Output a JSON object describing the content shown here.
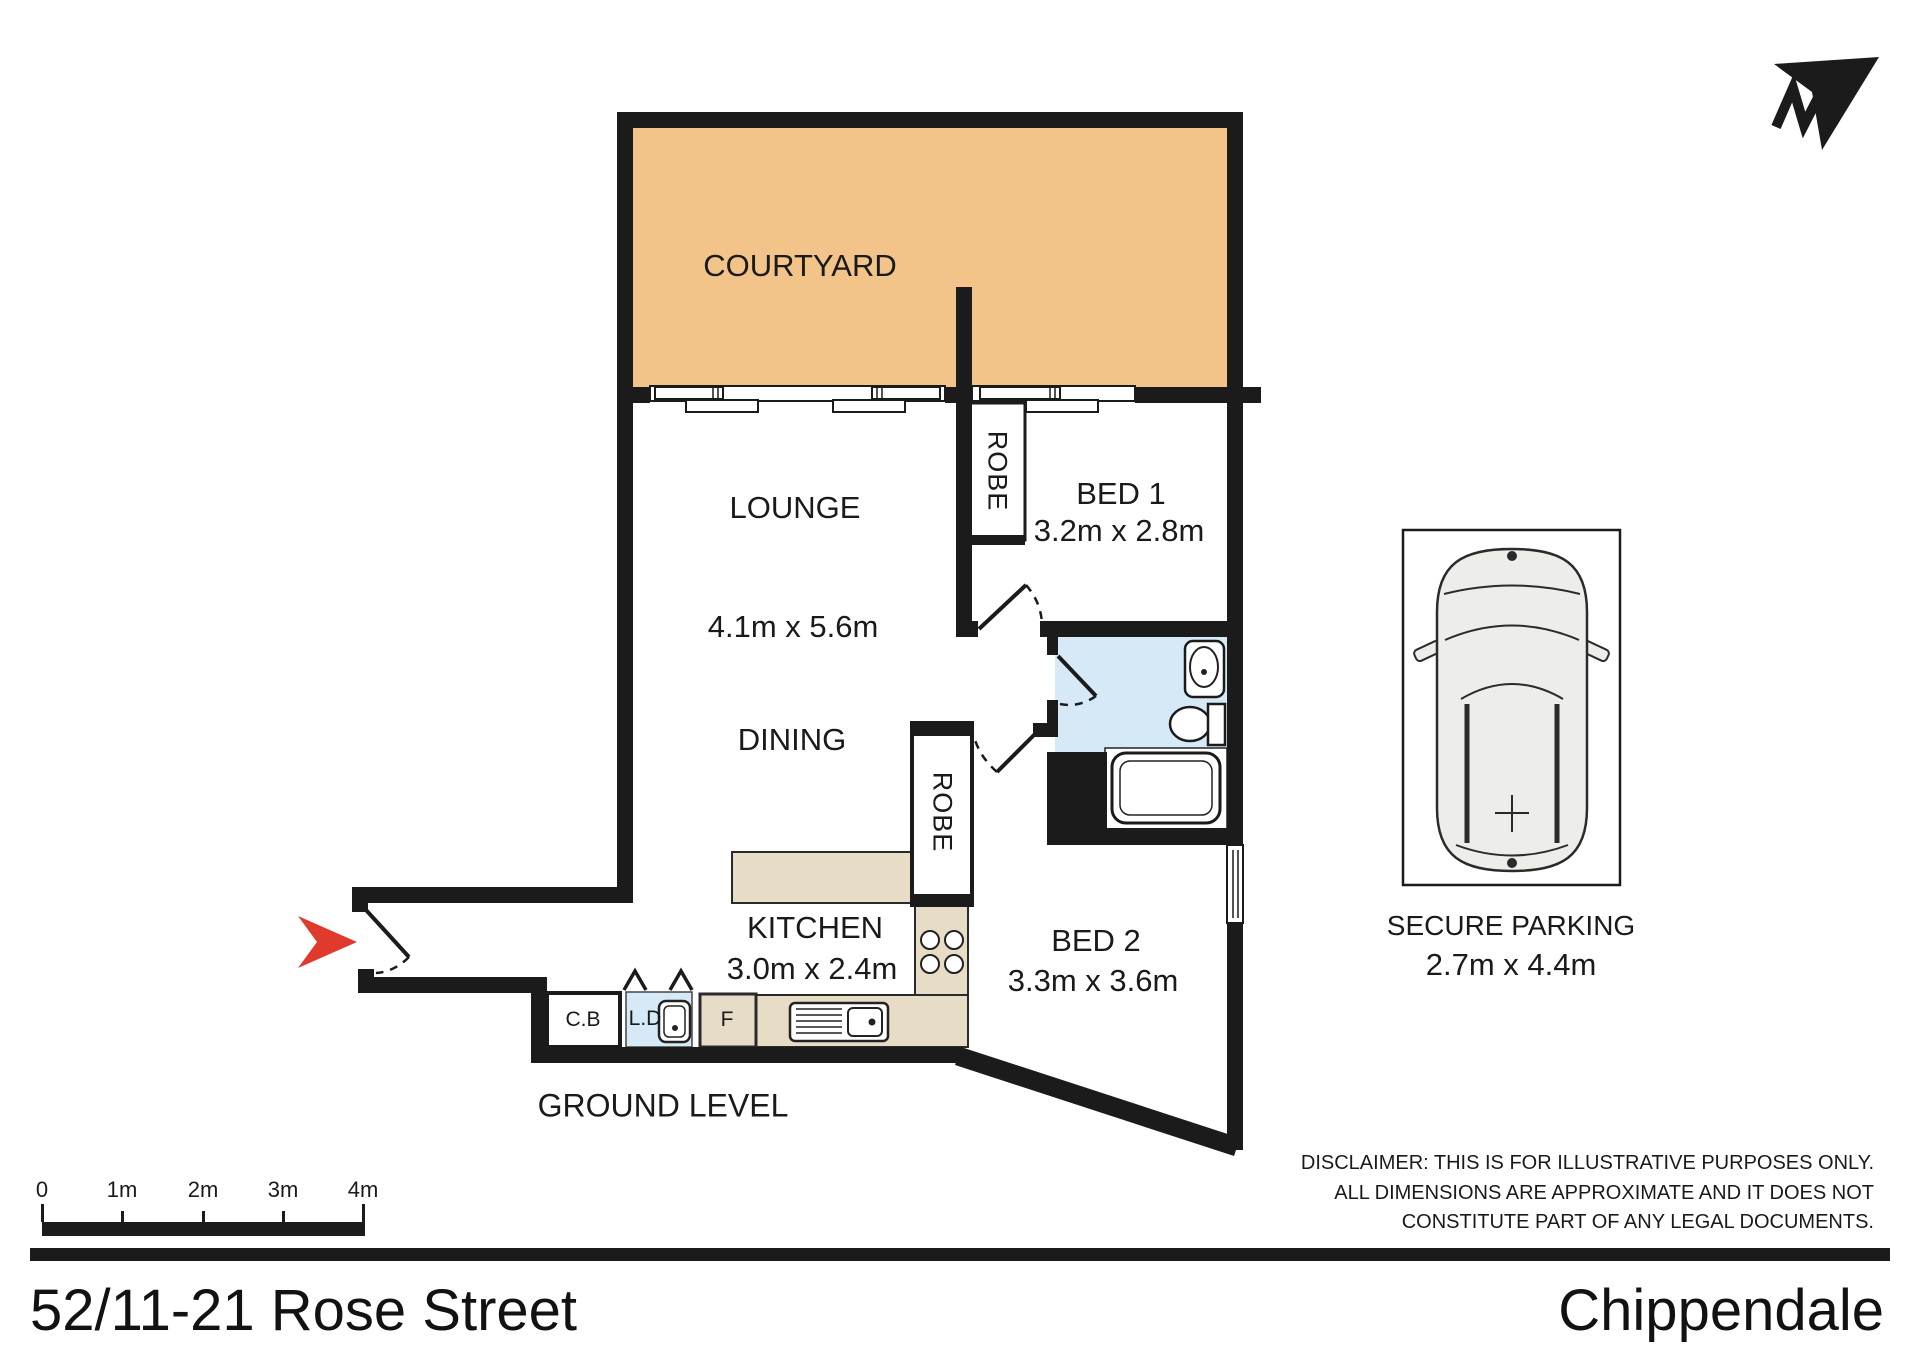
{
  "footer": {
    "address": "52/11-21 Rose Street",
    "suburb": "Chippendale"
  },
  "disclaimer": {
    "line1": "DISCLAIMER: THIS IS FOR ILLUSTRATIVE PURPOSES ONLY.",
    "line2": "ALL DIMENSIONS ARE APPROXIMATE AND IT DOES NOT",
    "line3": "CONSTITUTE PART OF ANY LEGAL DOCUMENTS."
  },
  "rooms": {
    "courtyard": {
      "label": "COURTYARD"
    },
    "lounge": {
      "label": "LOUNGE",
      "dims": "4.1m x 5.6m"
    },
    "dining": {
      "label": "DINING"
    },
    "bed1": {
      "label": "BED 1",
      "dims": "3.2m x 2.8m"
    },
    "bed2": {
      "label": "BED 2",
      "dims": "3.3m x 3.6m"
    },
    "kitchen": {
      "label": "KITCHEN",
      "dims": "3.0m x 2.4m"
    },
    "robe1": {
      "label": "ROBE"
    },
    "robe2": {
      "label": "ROBE"
    },
    "cupboard": {
      "label": "C.B"
    },
    "laundry": {
      "label": "L.D"
    },
    "fridge": {
      "label": "F"
    }
  },
  "level_label": "GROUND LEVEL",
  "parking": {
    "title": "SECURE PARKING",
    "dims": "2.7m x 4.4m"
  },
  "scale_bar": {
    "labels": [
      "0",
      "1m",
      "2m",
      "3m",
      "4m"
    ]
  },
  "colors": {
    "wall": "#1b1b1b",
    "courtyard": "#f2c489",
    "wet_area": "#d5eaf6",
    "counter": "#e7dcc6",
    "car_fill": "#ededea",
    "arrow_red": "#e03a2d"
  }
}
